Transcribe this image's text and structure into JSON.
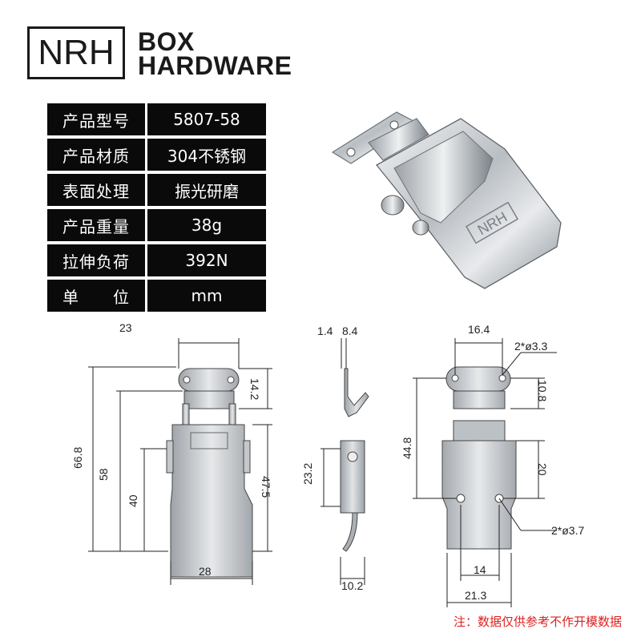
{
  "brand": {
    "logo_text": "NRH",
    "line1": "BOX",
    "line2": "HARDWARE"
  },
  "specs": [
    {
      "label": "产品型号",
      "value": "5807-58"
    },
    {
      "label": "产品材质",
      "value": "304不锈钢"
    },
    {
      "label": "表面处理",
      "value": "振光研磨"
    },
    {
      "label": "产品重量",
      "value": "38g"
    },
    {
      "label": "拉伸负荷",
      "value": "392N"
    },
    {
      "label": "单　　位",
      "value": "mm"
    }
  ],
  "product_stamp": "NRH",
  "dimensions": {
    "front": {
      "top_width": "23",
      "overall_height": "66.8",
      "hinge_height": "58",
      "body_height": "40",
      "catch_height": "14.2",
      "latch_height": "47.5",
      "bottom_width": "28"
    },
    "side": {
      "thickness_a": "1.4",
      "thickness_b": "8.4",
      "height": "23.2",
      "depth": "10.2"
    },
    "back": {
      "hole_spacing_top": "16.4",
      "top_hole": "2*ø3.3",
      "catch_height": "10.8",
      "overall": "44.8",
      "body": "20",
      "bottom_hole": "2*ø3.7",
      "hole_spacing_bottom": "14",
      "base_width": "21.3"
    }
  },
  "note": "注：数据仅供参考不作开模数据",
  "colors": {
    "table_bg": "#0a0a0a",
    "note": "#dd2222",
    "steel": "#c8ccd0"
  }
}
